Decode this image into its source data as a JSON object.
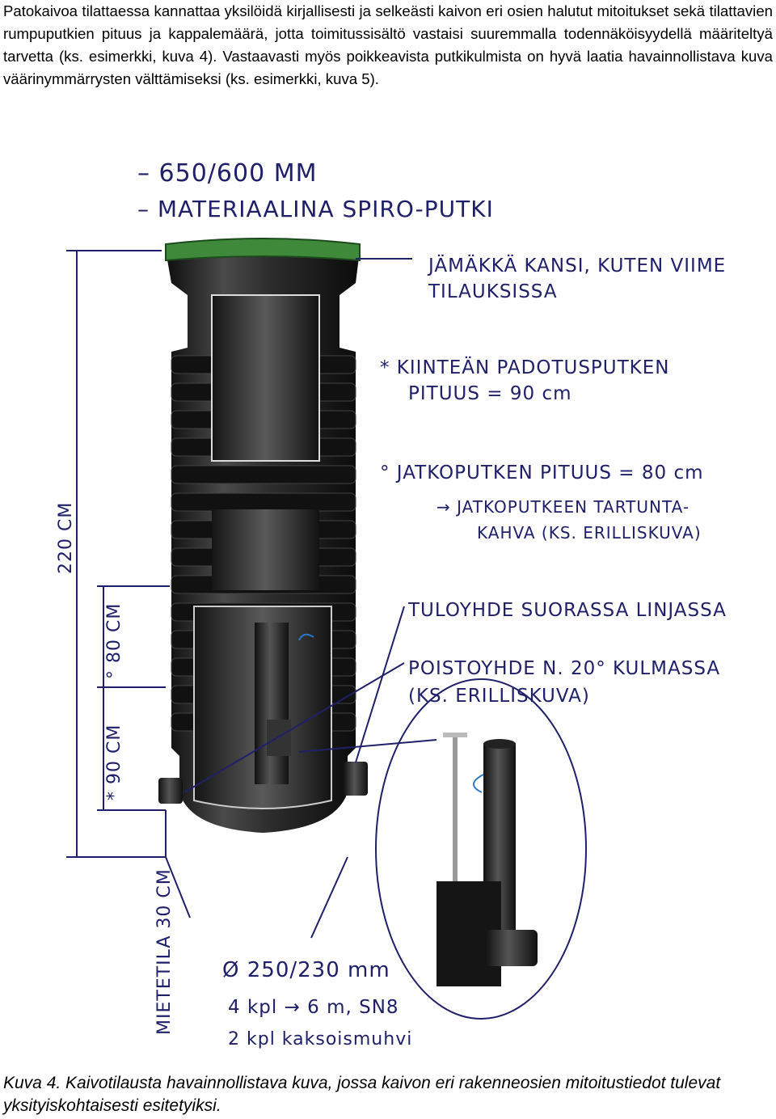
{
  "intro_text": "Patokaivoa tilattaessa kannattaa yksilöidä kirjallisesti ja selkeästi kaivon eri osien halutut mitoitukset sekä tilattavien rumpuputkien pituus ja kappalemäärä, jotta toimitussisältö vastaisi suuremmalla todennäköisyydellä määriteltyä tarvetta (ks. esimerkki, kuva 4). Vastaavasti myös poikkeavista putkikulmista on hyvä laatia havainnollistava kuva väärinymmärrysten välttämiseksi (ks. esimerkki, kuva 5).",
  "figure": {
    "handwritten": {
      "line1": "– 650/600 MM",
      "line2": "– MATERIAALINA SPIRO-PUTKI",
      "lid_1": "JÄMÄKKÄ KANSI, KUTEN VIIME",
      "lid_2": "TILAUKSISSA",
      "fixed_1": "* KIINTEÄN PADOTUSPUTKEN",
      "fixed_2": "PITUUS = 90 cm",
      "ext_1": "° JATKOPUTKEN PITUUS = 80 cm",
      "ext_2": "→ JATKOPUTKEEN TARTUNTA-",
      "ext_3": "KAHVA (KS. ERILLISKUVA)",
      "inlet": "TULOYHDE SUORASSA LINJASSA",
      "outlet_1": "POISTOYHDE N. 20° KULMASSA",
      "outlet_2": "(KS. ERILLISKUVA)",
      "dim_total": "220 CM",
      "dim_ext": "° 80 CM",
      "dim_fixed": "* 90 CM",
      "dim_depth": "MIETETILA 30 CM",
      "pipes_1": "Ø 250/230 mm",
      "pipes_2": "4 kpl → 6 m, SN8",
      "pipes_3": "2 kpl kaksoismuhvi"
    },
    "colors": {
      "ink": "#20206a",
      "lid_green": "#3e8a3a",
      "well_dark": "#1c1c1c",
      "cable_blue": "#2a78c8"
    }
  },
  "caption": "Kuva 4. Kaivotilausta havainnollistava kuva, jossa kaivon eri rakenneosien mitoitustiedot tulevat yksityiskohtaisesti esitetyiksi."
}
